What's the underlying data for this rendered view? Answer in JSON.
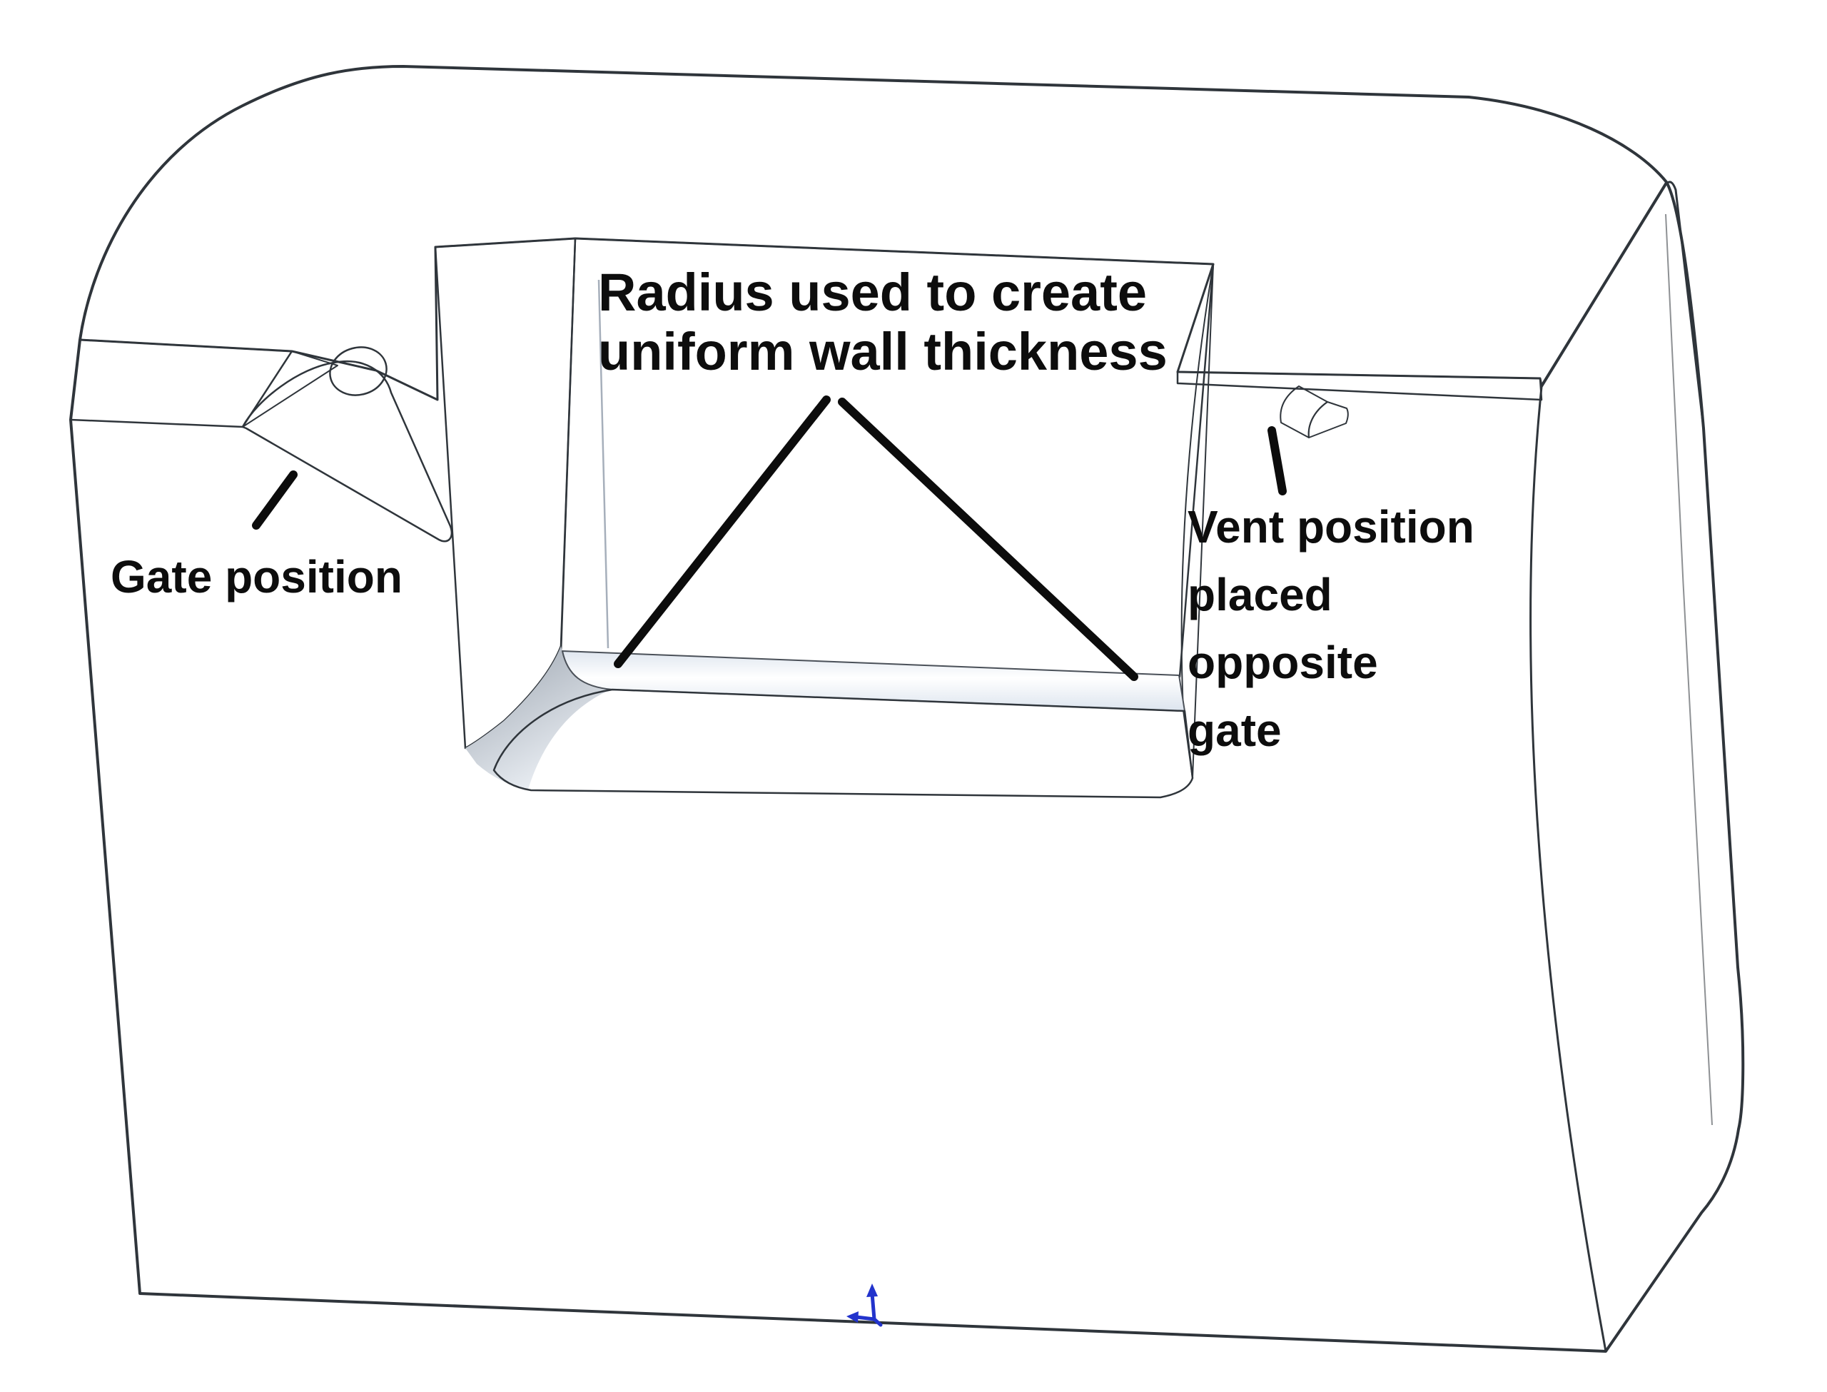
{
  "annotations": {
    "radius_note": {
      "line1": "Radius used to create",
      "line2": "uniform wall thickness"
    },
    "gate_note": {
      "label": "Gate position"
    },
    "vent_note": {
      "line1": "Vent position",
      "line2": "placed",
      "line3": "opposite",
      "line4": "gate"
    }
  },
  "colors": {
    "background": "#ffffff",
    "front_face": "#d6e0f1",
    "top_face": "#c7d0df",
    "side_face_dark": "#4c535b",
    "cavity_wall_dark": "#50575f",
    "fillet_highlight": "#ffffff",
    "annotation_text": "#0d0d0d",
    "leader_line": "#0c0c0c",
    "origin_triad": "#2233cc",
    "edge_line": "#2f353b"
  }
}
